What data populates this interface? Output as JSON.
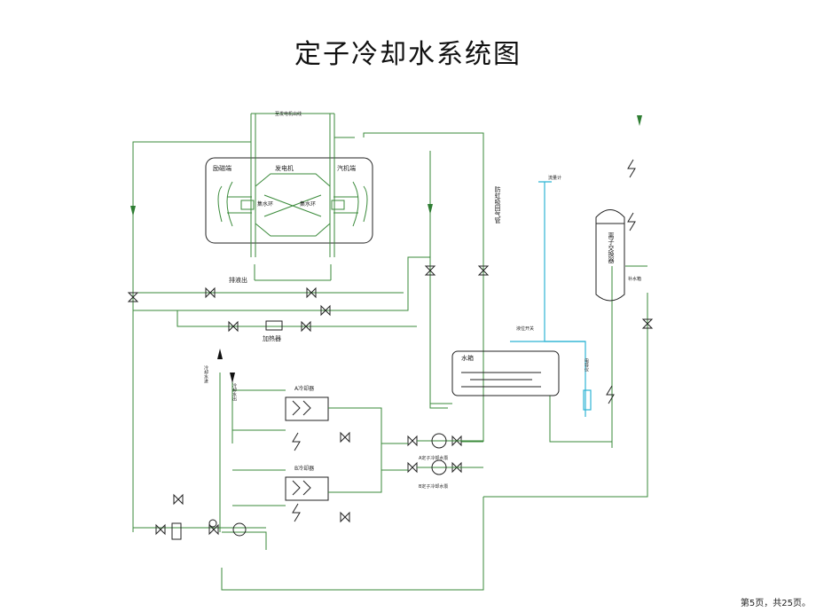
{
  "title": "定子冷却水系统图",
  "footer": "第5页，共25页。",
  "labels": {
    "top_pipe": "至发电机出线",
    "exciter_end": "励磁端",
    "generator": "发电机",
    "turbine_end": "汽机端",
    "ring_left": "集水环",
    "ring_right": "集水环",
    "drain": "排液出",
    "heater": "加热器",
    "vent": "防虹吸回气管",
    "ion_exchanger": "离子交换器",
    "flow_meter": "流量计",
    "water_tank": "水箱",
    "level_switch": "液位开关",
    "cooler_a": "A冷却器",
    "cooler_b": "B冷却器",
    "cooling_water_in": "冷却水进",
    "cooling_water_out": "冷却水出",
    "pump_a": "A定子冷却水泵",
    "pump_b": "B定子冷却水泵",
    "tank_small": "补水箱",
    "conductivity": "电导仪"
  },
  "colors": {
    "pipe": "#3a8a3a",
    "equipment": "#222222",
    "instrument_line": "#2fb4d4"
  }
}
